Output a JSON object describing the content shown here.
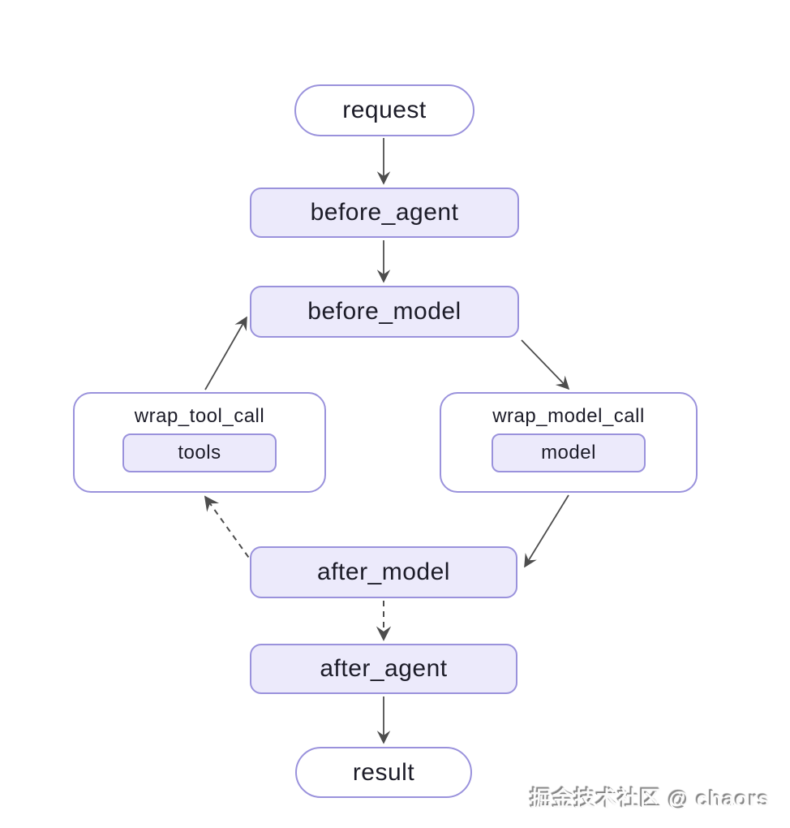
{
  "diagram": {
    "type": "flowchart",
    "nodes": {
      "request": {
        "label": "request",
        "shape": "stadium"
      },
      "before_agent": {
        "label": "before_agent",
        "shape": "rounded-rect"
      },
      "before_model": {
        "label": "before_model",
        "shape": "rounded-rect"
      },
      "wrap_tool_call": {
        "label": "wrap_tool_call",
        "shape": "container",
        "inner": "tools"
      },
      "wrap_model_call": {
        "label": "wrap_model_call",
        "shape": "container",
        "inner": "model"
      },
      "after_model": {
        "label": "after_model",
        "shape": "rounded-rect"
      },
      "after_agent": {
        "label": "after_agent",
        "shape": "rounded-rect"
      },
      "result": {
        "label": "result",
        "shape": "stadium"
      }
    },
    "edges": [
      {
        "from": "request",
        "to": "before_agent",
        "style": "solid"
      },
      {
        "from": "before_agent",
        "to": "before_model",
        "style": "solid"
      },
      {
        "from": "wrap_tool_call",
        "to": "before_model",
        "style": "solid"
      },
      {
        "from": "before_model",
        "to": "wrap_model_call",
        "style": "solid"
      },
      {
        "from": "wrap_model_call",
        "to": "after_model",
        "style": "solid"
      },
      {
        "from": "after_model",
        "to": "wrap_tool_call",
        "style": "dashed"
      },
      {
        "from": "after_model",
        "to": "after_agent",
        "style": "dashed"
      },
      {
        "from": "after_agent",
        "to": "result",
        "style": "solid"
      }
    ],
    "colors": {
      "node_border": "#9a92dc",
      "node_fill": "#eceafb",
      "terminal_fill": "#ffffff",
      "arrow": "#4d4d4d",
      "text": "#1c1c28"
    }
  },
  "watermark": {
    "text": "掘金技术社区 @ chaors"
  }
}
